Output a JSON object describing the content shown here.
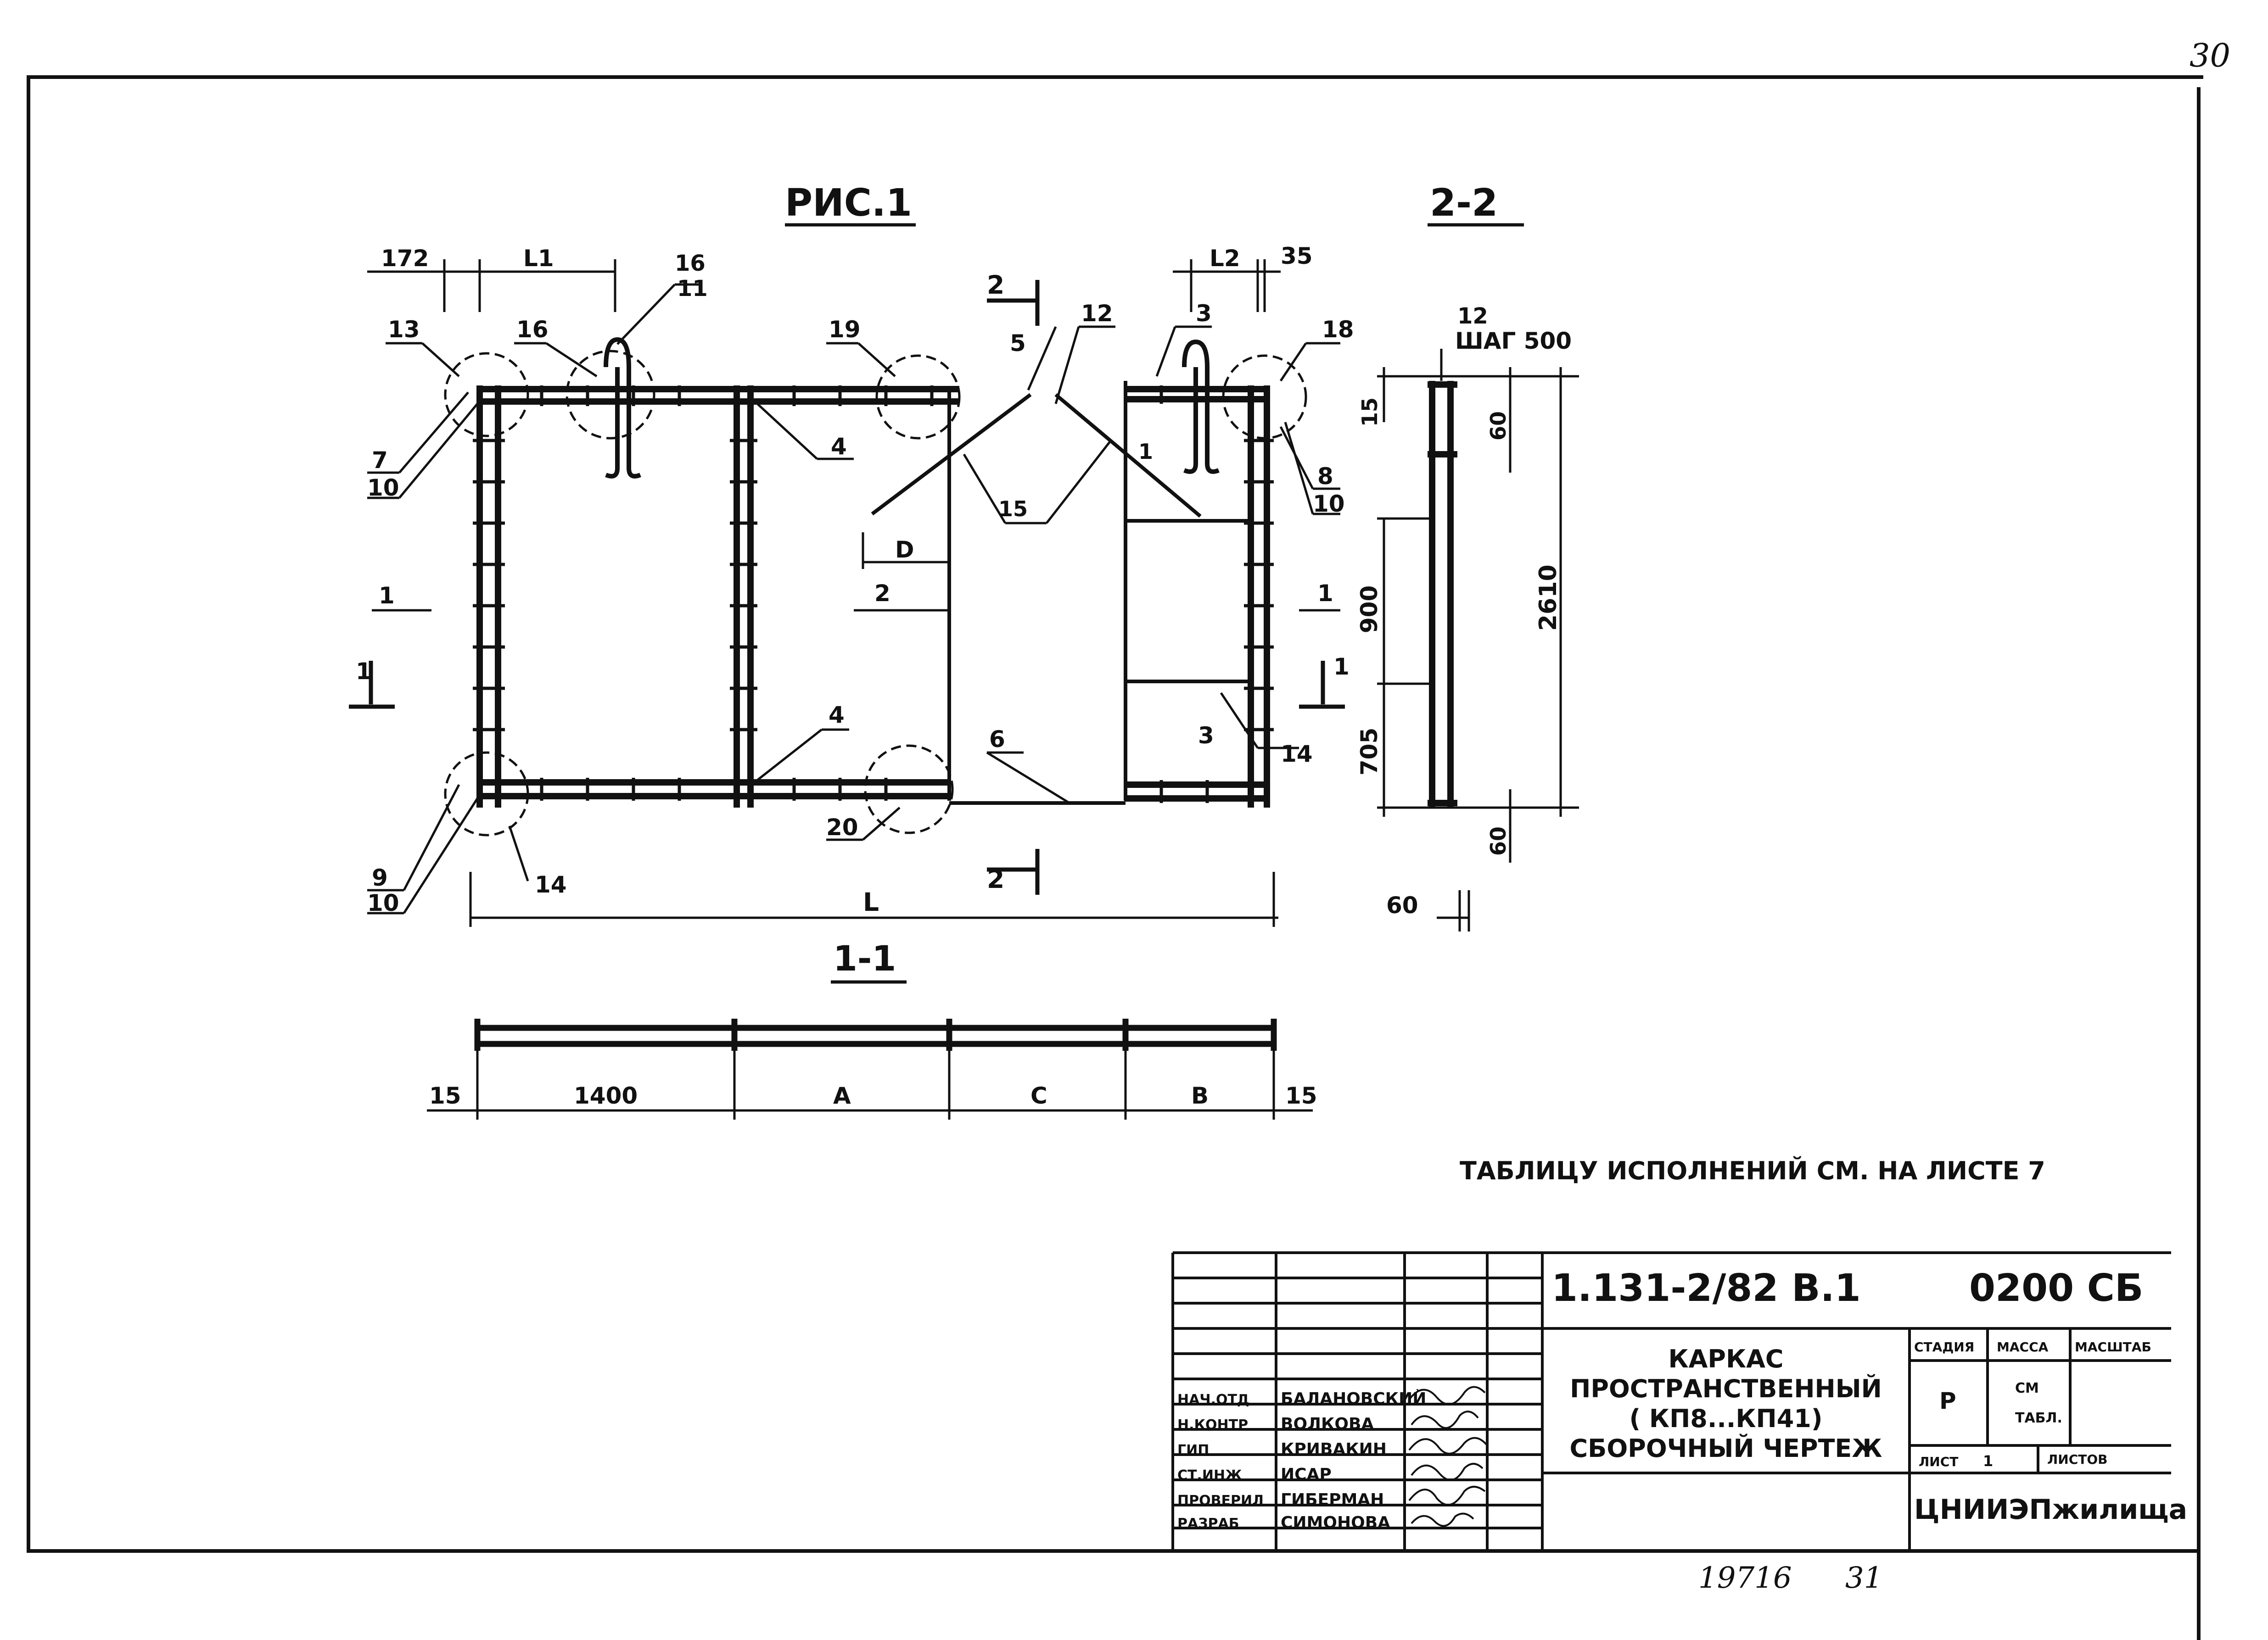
{
  "sheet": {
    "page_number": "30",
    "bottom_note_left": "19716",
    "bottom_note_right": "31"
  },
  "views": {
    "main_title": "РИС.1",
    "section_22_title": "2-2",
    "section_11_title": "1-1"
  },
  "main_view": {
    "dim_172": "172",
    "dim_L1": "L1",
    "dim_L2": "L2",
    "dim_35": "35",
    "dim_D": "D",
    "dim_L": "L",
    "section_2_top": "2",
    "section_2_bottom": "2",
    "section_1_left": "1",
    "section_1_right": "1",
    "pos_16_top": "16",
    "pos_11_top": "11",
    "pos_13": "13",
    "pos_16": "16",
    "pos_19": "19",
    "pos_5": "5",
    "pos_12": "12",
    "pos_3_top": "3",
    "pos_18": "18",
    "pos_7": "7",
    "pos_10_a": "10",
    "pos_4_a": "4",
    "pos_1_mid": "1",
    "pos_15": "15",
    "pos_8": "8",
    "pos_10_b": "10",
    "pos_1_left": "1",
    "pos_2": "2",
    "pos_1_right": "1",
    "pos_4_b": "4",
    "pos_6": "6",
    "pos_3_bottom": "3",
    "pos_14_right": "14",
    "pos_20": "20",
    "pos_9": "9",
    "pos_10_c": "10",
    "pos_14_bottom": "14"
  },
  "section_22": {
    "pos_12": "12",
    "step_label": "ШАГ 500",
    "dim_15": "15",
    "dim_60_top": "60",
    "dim_900": "900",
    "dim_2610": "2610",
    "dim_705": "705",
    "dim_60_bottom": "60",
    "dim_60_width": "60"
  },
  "section_11": {
    "dim_15_left": "15",
    "dim_1400": "1400",
    "dim_A": "A",
    "dim_C": "C",
    "dim_B": "B",
    "dim_15_right": "15"
  },
  "note": "ТАБЛИЦУ ИСПОЛНЕНИЙ СМ. НА ЛИСТЕ 7",
  "title_block": {
    "document_code": "1.131-2/82 В.1",
    "sheet_code": "0200 СБ",
    "name_lines": [
      "КАРКАС",
      "ПРОСТРАНСТВЕННЫЙ",
      "( КП8...КП41)",
      "СБОРОЧНЫЙ ЧЕРТЕЖ"
    ],
    "stage_header": "СТАДИЯ",
    "mass_header": "МАССА",
    "scale_header": "МАСШТАБ",
    "stage_value": "Р",
    "mass_value_1": "СМ",
    "mass_value_2": "ТАБЛ.",
    "sheet_label": "ЛИСТ",
    "sheet_value": "1",
    "sheets_label": "ЛИСТОВ",
    "organization": "ЦНИИЭПжилища",
    "signatures": [
      {
        "role": "НАЧ.ОТД",
        "name": "БАЛАНОВСКИЙ"
      },
      {
        "role": "Н.КОНТР",
        "name": "ВОЛКОВА"
      },
      {
        "role": "ГИП",
        "name": "КРИВАКИН"
      },
      {
        "role": "СТ.ИНЖ",
        "name": "ИСАР"
      },
      {
        "role": "ПРОВЕРИЛ",
        "name": "ГИБЕРМАН"
      },
      {
        "role": "РАЗРАБ",
        "name": "СИМОНОВА"
      }
    ]
  }
}
